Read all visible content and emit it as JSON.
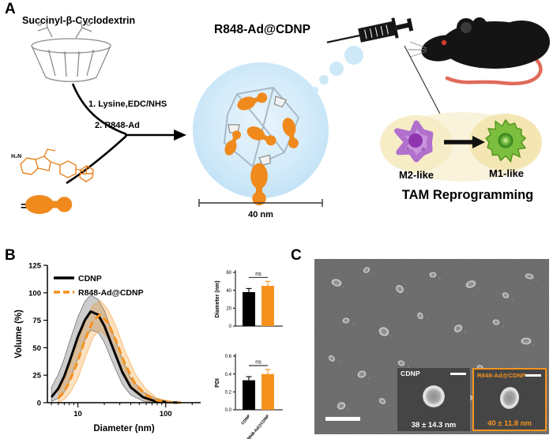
{
  "figure": {
    "panel_a_label": "A",
    "panel_b_label": "B",
    "panel_c_label": "C"
  },
  "colors": {
    "orange": "#F7941D",
    "light_blue": "#CDE9F8",
    "purple": "#A93BC0",
    "green": "#3C9A2B",
    "black": "#111111"
  },
  "panel_a": {
    "reactant": "Succinyl-β-Cyclodextrin",
    "step1": "1. Lysine,EDC/NHS",
    "step2": "2. R848-Ad",
    "equals_sign": "=",
    "r848_nh2": "H₂N",
    "product": "R848-Ad@CDNP",
    "scale_label": "40 nm",
    "m2_label": "M2-like",
    "m1_label": "M1-like",
    "tam_label": "TAM Reprogramming"
  },
  "panel_c": {
    "insets": [
      {
        "name": "CDNP",
        "size": "38 ± 14.3 nm"
      },
      {
        "name": "R848-Ad@CDNP",
        "size": "40 ± 11.8 nm"
      }
    ]
  },
  "chart_data": [
    {
      "type": "line",
      "title": "",
      "xlabel": "Diameter (nm)",
      "ylabel": "Volume (%)",
      "xscale": "log",
      "xlim": [
        4.5,
        250
      ],
      "ylim": [
        0,
        125
      ],
      "yticks": [
        0,
        25,
        50,
        75,
        100,
        125
      ],
      "xticks": [
        10,
        100
      ],
      "legend_position": "top-left",
      "series": [
        {
          "name": "CDNP",
          "color": "#000000",
          "style": "solid",
          "x": [
            5,
            6,
            7,
            8,
            10,
            12,
            14,
            17,
            20,
            25,
            32,
            40,
            55,
            75,
            100,
            140
          ],
          "y": [
            5,
            13,
            24,
            37,
            60,
            75,
            83,
            80,
            70,
            50,
            28,
            14,
            5,
            1.5,
            0.5,
            0
          ],
          "y_hi": [
            14,
            26,
            40,
            55,
            78,
            92,
            98,
            94,
            84,
            63,
            40,
            22,
            10,
            4,
            1.5,
            0
          ],
          "y_lo": [
            1,
            4,
            10,
            20,
            40,
            57,
            66,
            64,
            55,
            36,
            17,
            7,
            1.5,
            0,
            0,
            0
          ]
        },
        {
          "name": "R848-Ad@CDNP",
          "color": "#F5921E",
          "style": "dashed",
          "x": [
            6,
            7,
            8,
            10,
            12,
            15,
            18,
            22,
            27,
            34,
            45,
            60,
            80,
            110,
            150
          ],
          "y": [
            4,
            10,
            19,
            38,
            57,
            75,
            80,
            73,
            57,
            36,
            17,
            7,
            2,
            0.5,
            0
          ],
          "y_hi": [
            10,
            20,
            32,
            54,
            73,
            89,
            93,
            85,
            70,
            48,
            26,
            12,
            4,
            1.5,
            0
          ],
          "y_lo": [
            0.5,
            3,
            8,
            22,
            40,
            60,
            66,
            59,
            43,
            24,
            9,
            2.5,
            0.5,
            0,
            0
          ]
        }
      ]
    },
    {
      "type": "bar",
      "ylabel": "Diameter (nm)",
      "categories": [
        "CDNP",
        "R848-Ad@CDNP"
      ],
      "values": [
        38,
        45
      ],
      "errors": [
        4,
        5
      ],
      "colors": [
        "#000000",
        "#F5921E"
      ],
      "annotation": "ns",
      "ylim": [
        0,
        60
      ],
      "yticks": [
        0,
        20,
        40,
        60
      ],
      "ydecimals": 0
    },
    {
      "type": "bar",
      "ylabel": "PDI",
      "categories": [
        "CDNP",
        "R848-Ad@CDNP"
      ],
      "values": [
        0.33,
        0.4
      ],
      "errors": [
        0.04,
        0.05
      ],
      "colors": [
        "#000000",
        "#F5921E"
      ],
      "annotation": "ns",
      "ylim": [
        0,
        0.6
      ],
      "yticks": [
        0,
        0.2,
        0.4,
        0.6
      ],
      "ydecimals": 1
    }
  ]
}
